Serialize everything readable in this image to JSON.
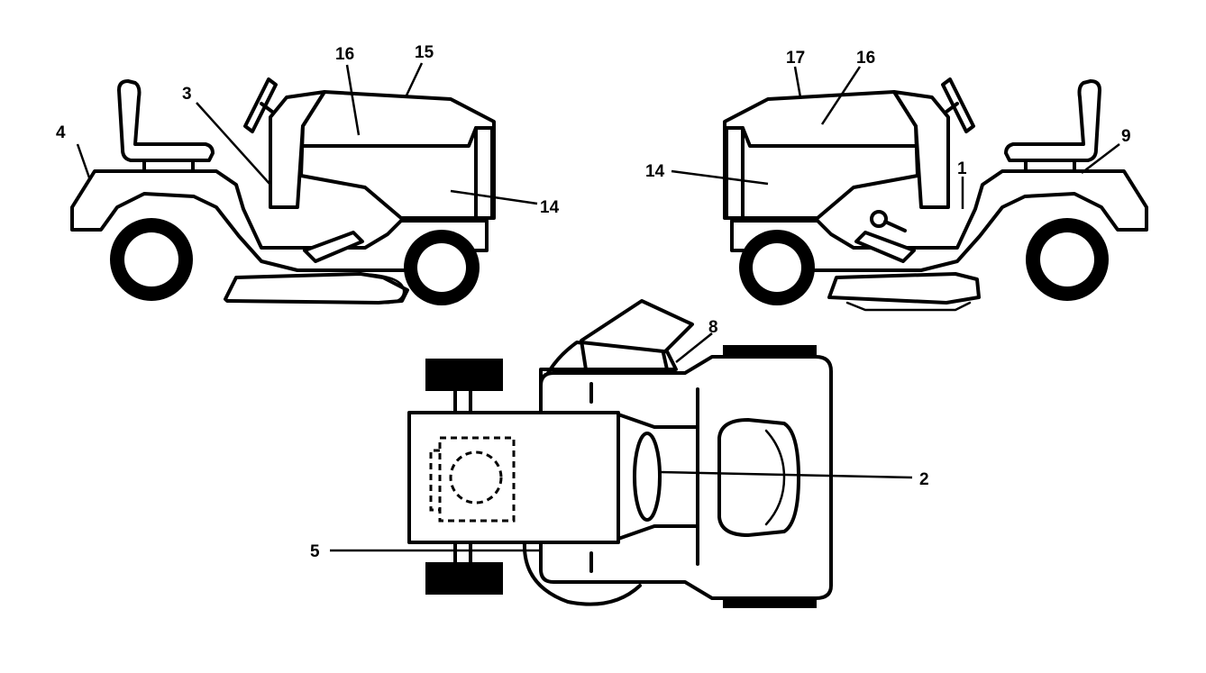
{
  "diagram": {
    "callouts": {
      "c1": "1",
      "c2": "2",
      "c3": "3",
      "c4": "4",
      "c5": "5",
      "c8": "8",
      "c9": "9",
      "c14_left": "14",
      "c14_right": "14",
      "c15": "15",
      "c16_left": "16",
      "c16_right": "16",
      "c17": "17"
    },
    "views": [
      "left-side-view",
      "right-side-view",
      "top-view"
    ],
    "colors": {
      "line": "#000000",
      "background": "#ffffff"
    }
  }
}
